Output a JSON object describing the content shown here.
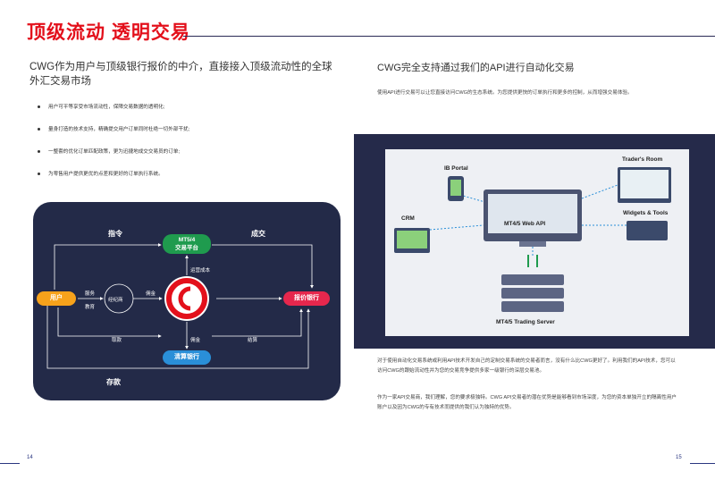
{
  "title": "顶级流动 透明交易",
  "left": {
    "heading": "CWG作为用户与顶级银行报价的中介，直接接入顶级流动性的全球外汇交易市场",
    "bullets": [
      "用户可平等享受市场流动性，保障交易数据的透明化;",
      "量身打造的技术支持，精确提交用户订单同时杜绝一切外部干扰;",
      "一整套的优化订单匹配政策，更为迅捷地成交交易员的订单;",
      "为零售用户提供更优的点差和更好的订单执行系统。"
    ],
    "diagram": {
      "label_instruction": "指令",
      "label_deal": "成交",
      "label_deposit": "存款",
      "mt_platform": "MT5/4\n交易平台",
      "user": "用户",
      "quote_bank": "报价银行",
      "clearing_bank": "清算银行",
      "broker": "经纪商",
      "service": "服务",
      "education": "教育",
      "operation_cost": "运营成本",
      "commission_1": "佣金",
      "commission_2": "佣金",
      "withdraw": "取款",
      "settlement": "结算"
    }
  },
  "right": {
    "heading": "CWG完全支持通过我们的API进行自动化交易",
    "intro": "使用API进行交易可以让您直接访问CWG的生态系统。为您提供更快的订单执行和更多的控制，从而增强交易体验。",
    "screen": {
      "traders_room": "Trader's Room",
      "ib_portal": "IB Portal",
      "crm": "CRM",
      "web_api": "MT4/5 Web API",
      "widgets": "Widgets & Tools",
      "trading_server": "MT4/5 Trading Server"
    },
    "para1": "对于使用自动化交易系统或利用API技术开发自己的定制交易系统的交易者而言，没有什么比CWG更好了。利用我们的API技术，您可以访问CWG的跟始流动性并为您的交易竞争提供多家一级银行的深层交易池。",
    "para2": "作为一家API交易商，我们理解，您的要求极独特。CWG API交易者的潜在优势是能够看到市场深度，为您的资本单独开立的隔离性用户账户以及因为CWG的专有技术而提供的我们认为独特的优势。"
  },
  "footer": {
    "page_left": "14",
    "page_right": "15"
  },
  "colors": {
    "accent_red": "#e3101b",
    "navy": "#232a48",
    "green": "#1f9b4e",
    "orange": "#f7a21b",
    "blue": "#2a8fd8",
    "pink": "#e6274d"
  }
}
